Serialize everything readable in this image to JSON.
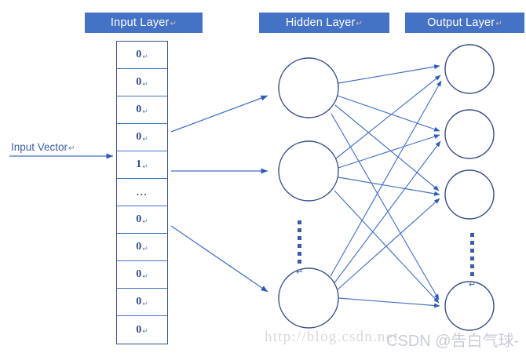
{
  "diagram": {
    "title": "Neural network layer diagram",
    "background": "#ffffff",
    "accent_color": "#4472C4",
    "stroke_color": "#3B4E87",
    "text_color": "#2F4A8B"
  },
  "headers": {
    "input": "Input Layer",
    "hidden": "Hidden Layer",
    "output": "Output Layer",
    "pilcrow": "↵"
  },
  "input_vector": {
    "label": "Input Vector",
    "pilcrow": "↵",
    "cell_pilcrow": "↵",
    "cells": [
      {
        "value": "0",
        "type": "digit"
      },
      {
        "value": "0",
        "type": "digit"
      },
      {
        "value": "0",
        "type": "digit"
      },
      {
        "value": "0",
        "type": "digit"
      },
      {
        "value": "1",
        "type": "digit"
      },
      {
        "value": "...",
        "type": "ellipsis"
      },
      {
        "value": "0",
        "type": "digit"
      },
      {
        "value": "0",
        "type": "digit"
      },
      {
        "value": "0",
        "type": "digit"
      },
      {
        "value": "0",
        "type": "digit"
      },
      {
        "value": "0",
        "type": "digit"
      }
    ]
  },
  "hidden_layer": {
    "neuron_count_visible": 3,
    "ellipsis_dots": 6,
    "ellipsis_pilcrow": "↵"
  },
  "output_layer": {
    "neuron_count_visible": 4,
    "ellipsis_dots": 6,
    "ellipsis_pilcrow": "↵"
  },
  "watermarks": {
    "url": "http://blog.csdn.net",
    "csdn": "CSDN @告白气球-"
  }
}
